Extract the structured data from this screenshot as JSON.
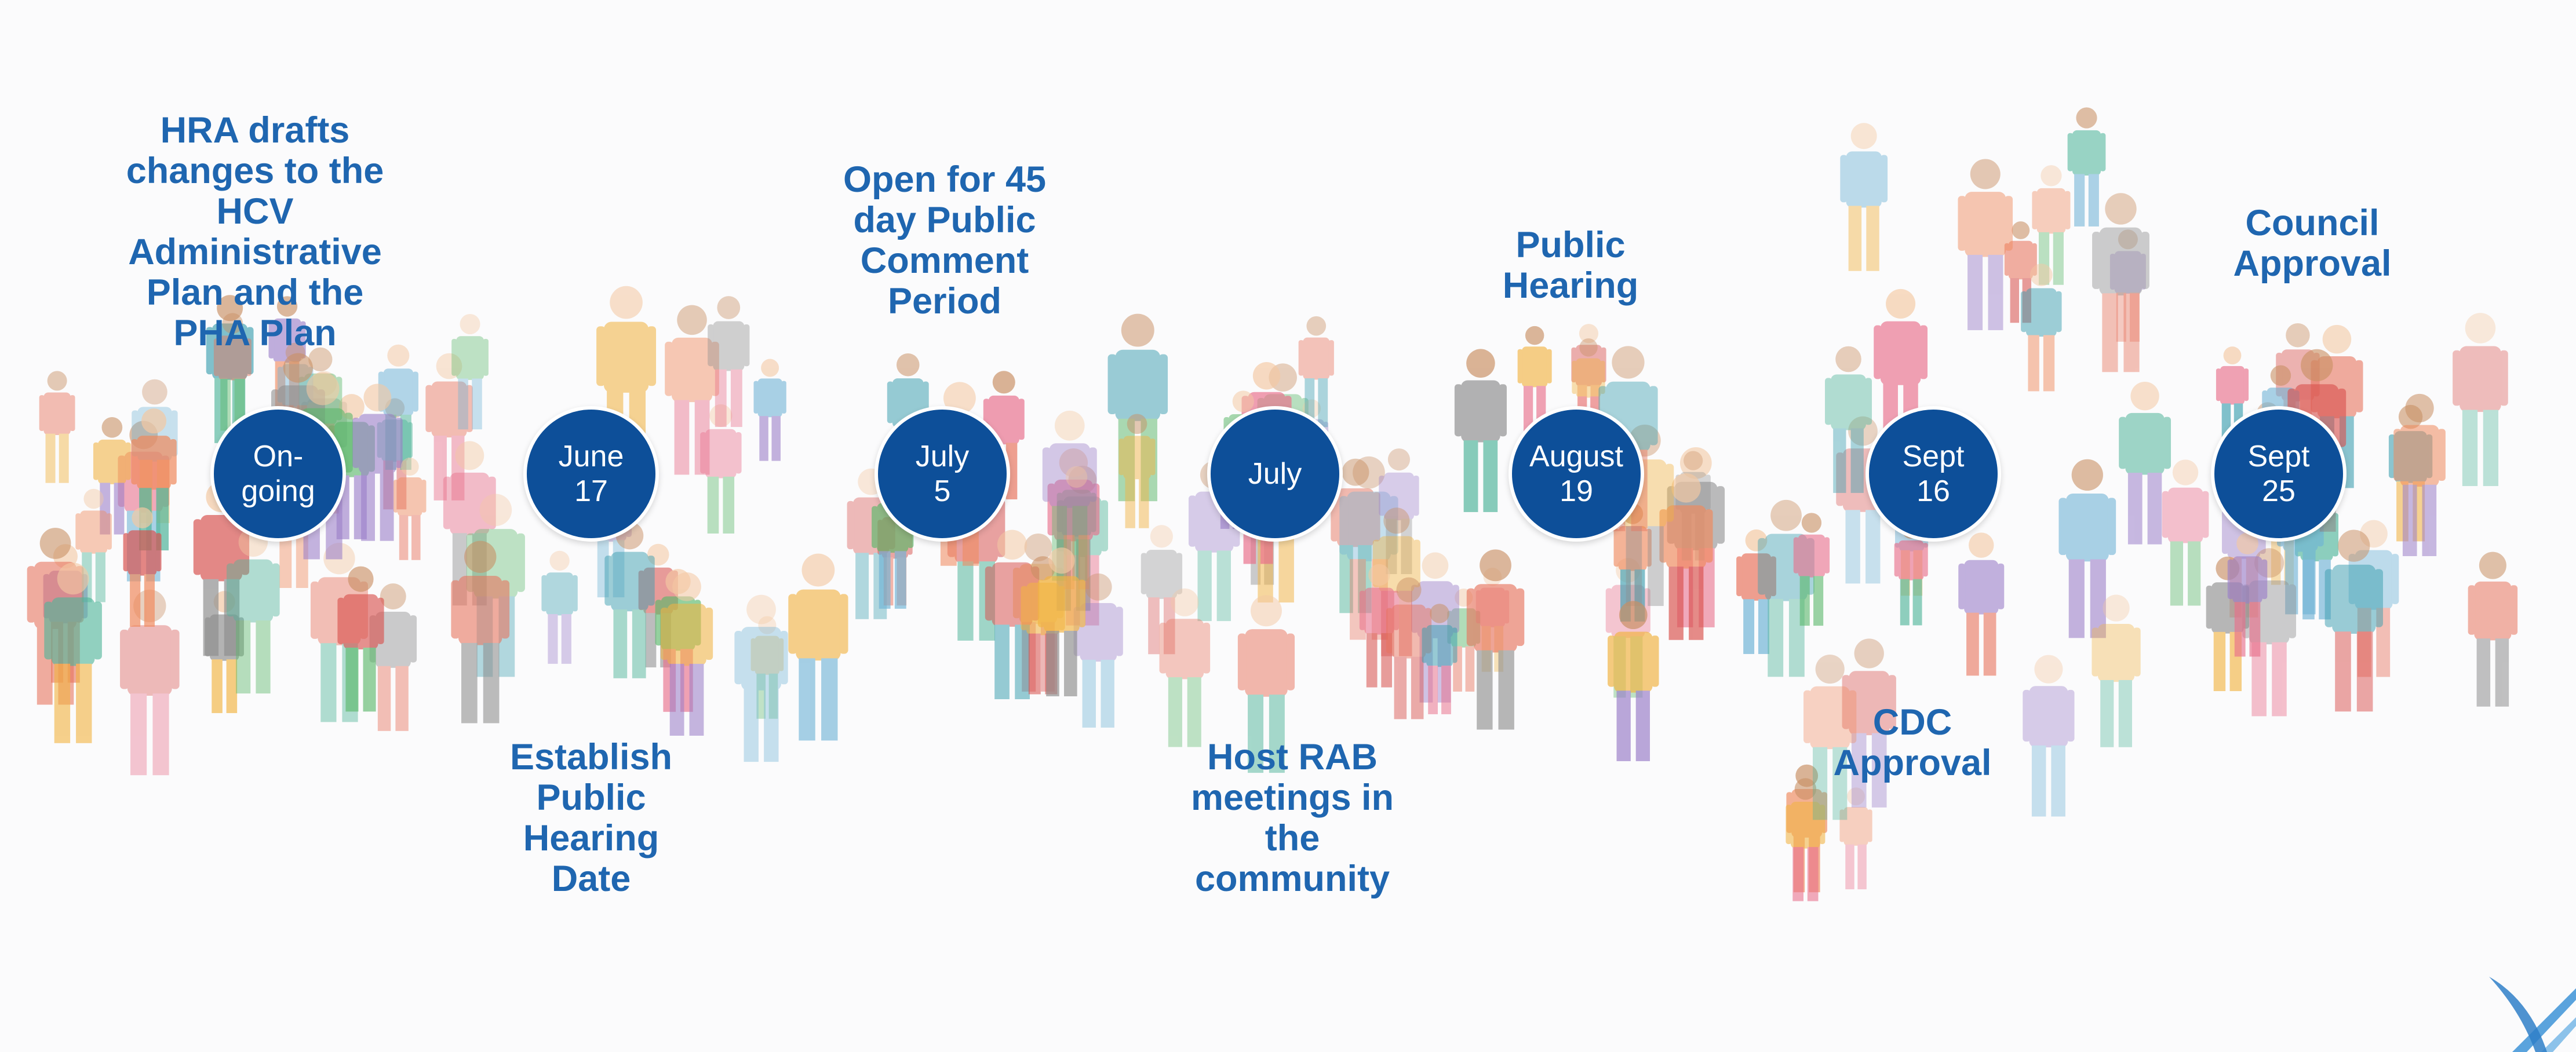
{
  "colors": {
    "label_text": "#1f66b0",
    "milestone_fill": "#0d4f99",
    "milestone_text": "#ffffff",
    "background": "#fbfbfc"
  },
  "milestones": [
    {
      "date": "On-\ngoing",
      "caption": "HRA drafts\nchanges to the\nHCV\nAdministrative\nPlan and the\nPHA Plan",
      "caption_position": "above"
    },
    {
      "date": "June\n17",
      "caption": "Establish\nPublic\nHearing\nDate",
      "caption_position": "below"
    },
    {
      "date": "July\n5",
      "caption": "Open for 45\nday Public\nComment\nPeriod",
      "caption_position": "above"
    },
    {
      "date": "July",
      "caption": "Host RAB\nmeetings in\nthe\ncommunity",
      "caption_position": "below"
    },
    {
      "date": "August\n19",
      "caption": "Public\nHearing",
      "caption_position": "above"
    },
    {
      "date": "Sept\n16",
      "caption": "CDC\nApproval",
      "caption_position": "below"
    },
    {
      "date": "Sept\n25",
      "caption": "Council\nApproval",
      "caption_position": "above"
    }
  ],
  "decor": {
    "background_image": "faded crowd of people illustration",
    "corner_logo": "blue-swoosh-logo"
  }
}
